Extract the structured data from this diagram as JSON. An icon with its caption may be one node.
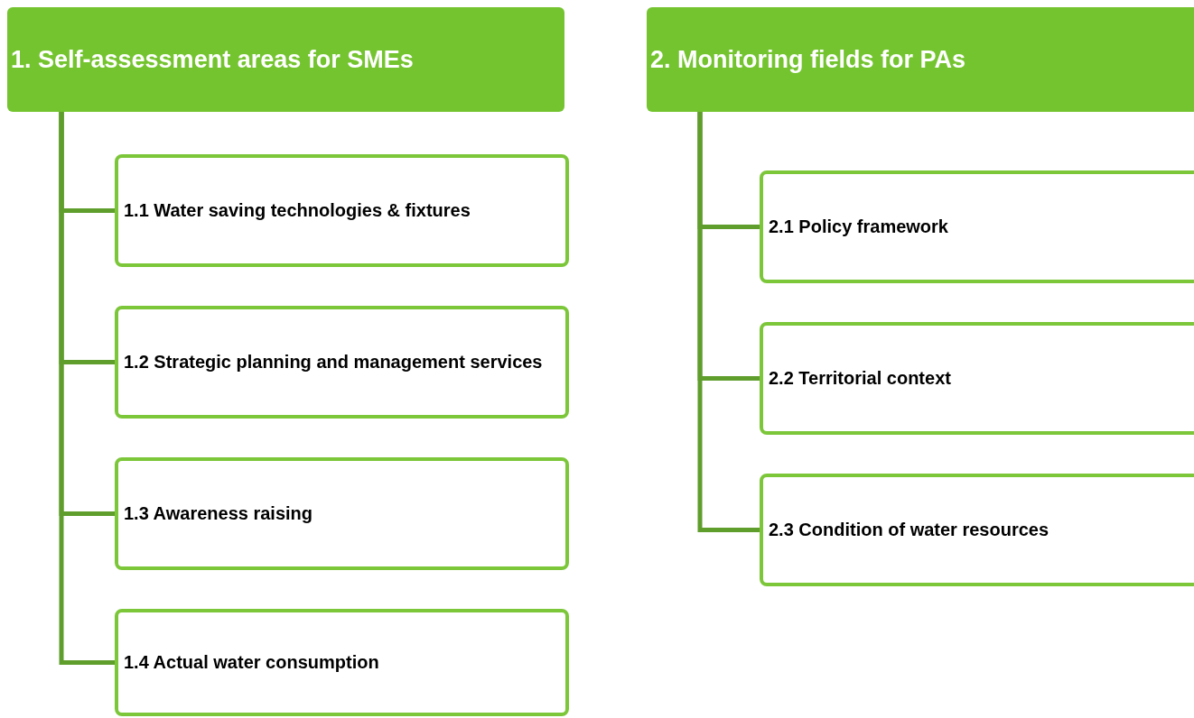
{
  "diagram": {
    "nodes": [
      {
        "text": [
          "1. Self-assessment areas for SMEs"
        ]
      },
      {
        "text": [
          "1.1 Water saving technologies & fixtures"
        ]
      },
      {
        "text": [
          "1.2 Strategic planning and management services"
        ]
      },
      {
        "text": [
          "1.3 Awareness raising"
        ]
      },
      {
        "text": [
          "1.4 Actual water consumption"
        ]
      },
      {
        "text": [
          "2. Monitoring fields for PAs"
        ]
      },
      {
        "text": [
          "2.1 Policy framework"
        ]
      },
      {
        "text": [
          "2.2 Territorial context"
        ]
      },
      {
        "text": [
          "2.3 Condition of water resources"
        ]
      }
    ],
    "edges": [
      {
        "from": 0,
        "to": 1,
        "arrow": "none"
      },
      {
        "from": 0,
        "to": 2,
        "arrow": "none"
      },
      {
        "from": 0,
        "to": 3,
        "arrow": "none"
      },
      {
        "from": 0,
        "to": 4,
        "arrow": "none"
      },
      {
        "from": 5,
        "to": 6,
        "arrow": "none"
      },
      {
        "from": 5,
        "to": 7,
        "arrow": "none"
      },
      {
        "from": 5,
        "to": 8,
        "arrow": "none"
      }
    ]
  }
}
